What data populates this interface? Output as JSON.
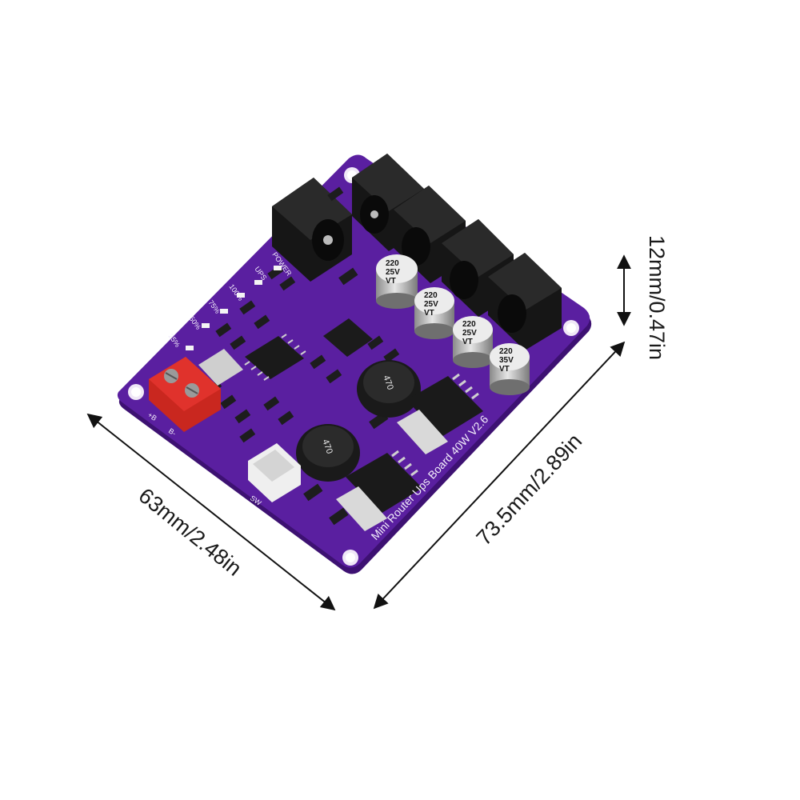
{
  "dimensions": {
    "width_label": "63mm/2.48in",
    "length_label": "73.5mm/2.89in",
    "height_label": "12mm/0.47in"
  },
  "board": {
    "title": "Mini Router Ups Board 40W V2.6",
    "colors": {
      "pcb": "#5a1fa0",
      "pcb_edge": "#3d1172",
      "terminal": "#e0322c",
      "connector": "#111111"
    },
    "silkscreen": {
      "power": "POWER",
      "ups": "UPS",
      "p100": "100%",
      "p75": "75%",
      "p50": "50%",
      "p25": "25%",
      "bplus": "+B",
      "bminus": "B-",
      "sw": "SW"
    },
    "capacitors": [
      {
        "line1": "220",
        "line2": "25V",
        "line3": "VT"
      },
      {
        "line1": "220",
        "line2": "25V",
        "line3": "VT"
      },
      {
        "line1": "220",
        "line2": "25V",
        "line3": "VT"
      },
      {
        "line1": "220",
        "line2": "35V",
        "line3": "VT"
      }
    ],
    "inductors": [
      {
        "label": "470"
      },
      {
        "label": "470"
      }
    ]
  }
}
